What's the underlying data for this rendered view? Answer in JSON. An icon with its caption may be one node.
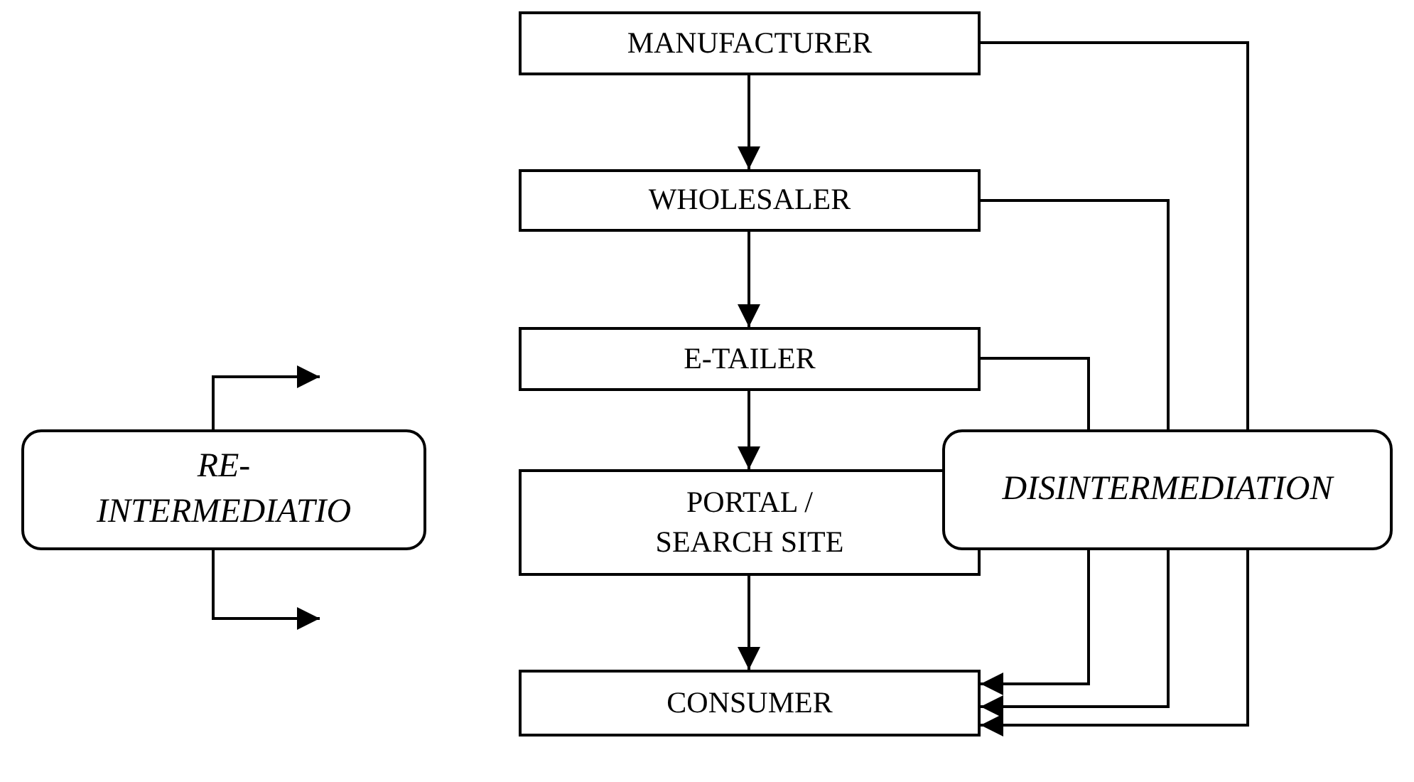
{
  "diagram": {
    "nodes": [
      {
        "text": [
          "MANUFACTURER"
        ]
      },
      {
        "text": [
          "WHOLESALER"
        ]
      },
      {
        "text": [
          "E-TAILER"
        ]
      },
      {
        "text": [
          "PORTAL / SEARCH SITE"
        ]
      },
      {
        "text": [
          "CONSUMER"
        ]
      },
      {
        "text": [
          "RE- INTERMEDIATIO"
        ]
      },
      {
        "text": [
          "DISINTERMEDIATION"
        ]
      }
    ],
    "edges": [
      {
        "from": 0,
        "to": 1,
        "arrow": "to"
      },
      {
        "from": 1,
        "to": 2,
        "arrow": "to"
      },
      {
        "from": 2,
        "to": 3,
        "arrow": "to"
      },
      {
        "from": 3,
        "to": 4,
        "arrow": "to"
      },
      {
        "from": 0,
        "to": 6,
        "arrow": "none"
      },
      {
        "from": 1,
        "to": 6,
        "arrow": "none"
      },
      {
        "from": 2,
        "to": 6,
        "arrow": "none"
      },
      {
        "from": 6,
        "to": 4,
        "arrow": "to"
      },
      {
        "from": 6,
        "to": 4,
        "arrow": "to"
      },
      {
        "from": 6,
        "to": 4,
        "arrow": "to"
      },
      {
        "from": 5,
        "to": null,
        "arrow": "to"
      },
      {
        "from": 5,
        "to": null,
        "arrow": "to"
      }
    ]
  }
}
